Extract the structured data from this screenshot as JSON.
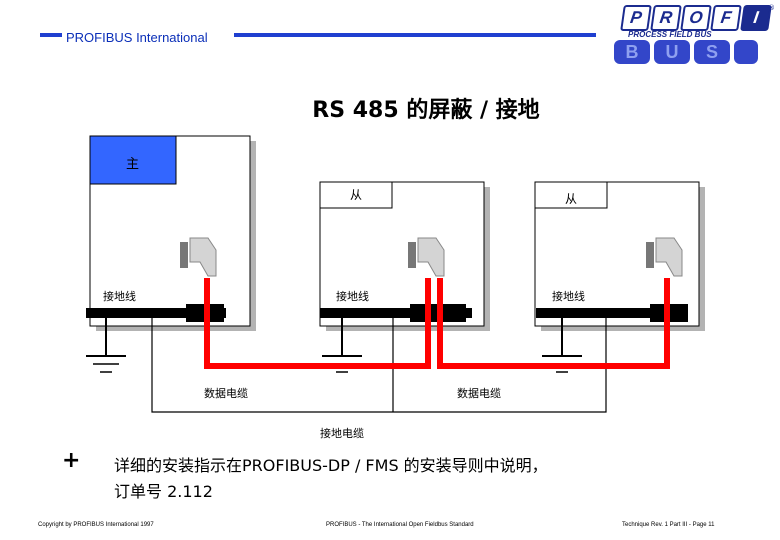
{
  "header": {
    "org": "PROFIBUS International",
    "logo_letters": [
      "P",
      "R",
      "O",
      "F",
      "I"
    ],
    "logo_subtitle": "PROCESS FIELD BUS",
    "logo_bus": [
      "B",
      "U",
      "S"
    ],
    "logo_reg": "®"
  },
  "title": "RS 485 的屏蔽 / 接地",
  "diagram": {
    "master_label": "主",
    "slave_labels": [
      "从",
      "从"
    ],
    "ground_wire_labels": [
      "接地线",
      "接地线",
      "接地线"
    ],
    "data_cable_labels": [
      "数据电缆",
      "数据电缆"
    ],
    "ground_cable_label": "接地电缆",
    "colors": {
      "data_cable": "#ff0000",
      "master_fill": "#3366ff",
      "device_border": "#000000",
      "shadow": "#b3b3b3"
    }
  },
  "note": {
    "bullet": "+",
    "line1": "详细的安装指示在PROFIBUS-DP / FMS 的安装导则中说明，",
    "line2": "订单号 2.112"
  },
  "footer": {
    "left": "Copyright by PROFIBUS International 1997",
    "center": "PROFIBUS - The International Open Fieldbus Standard",
    "right": "Technique  Rev. 1  Part III - Page 11"
  }
}
